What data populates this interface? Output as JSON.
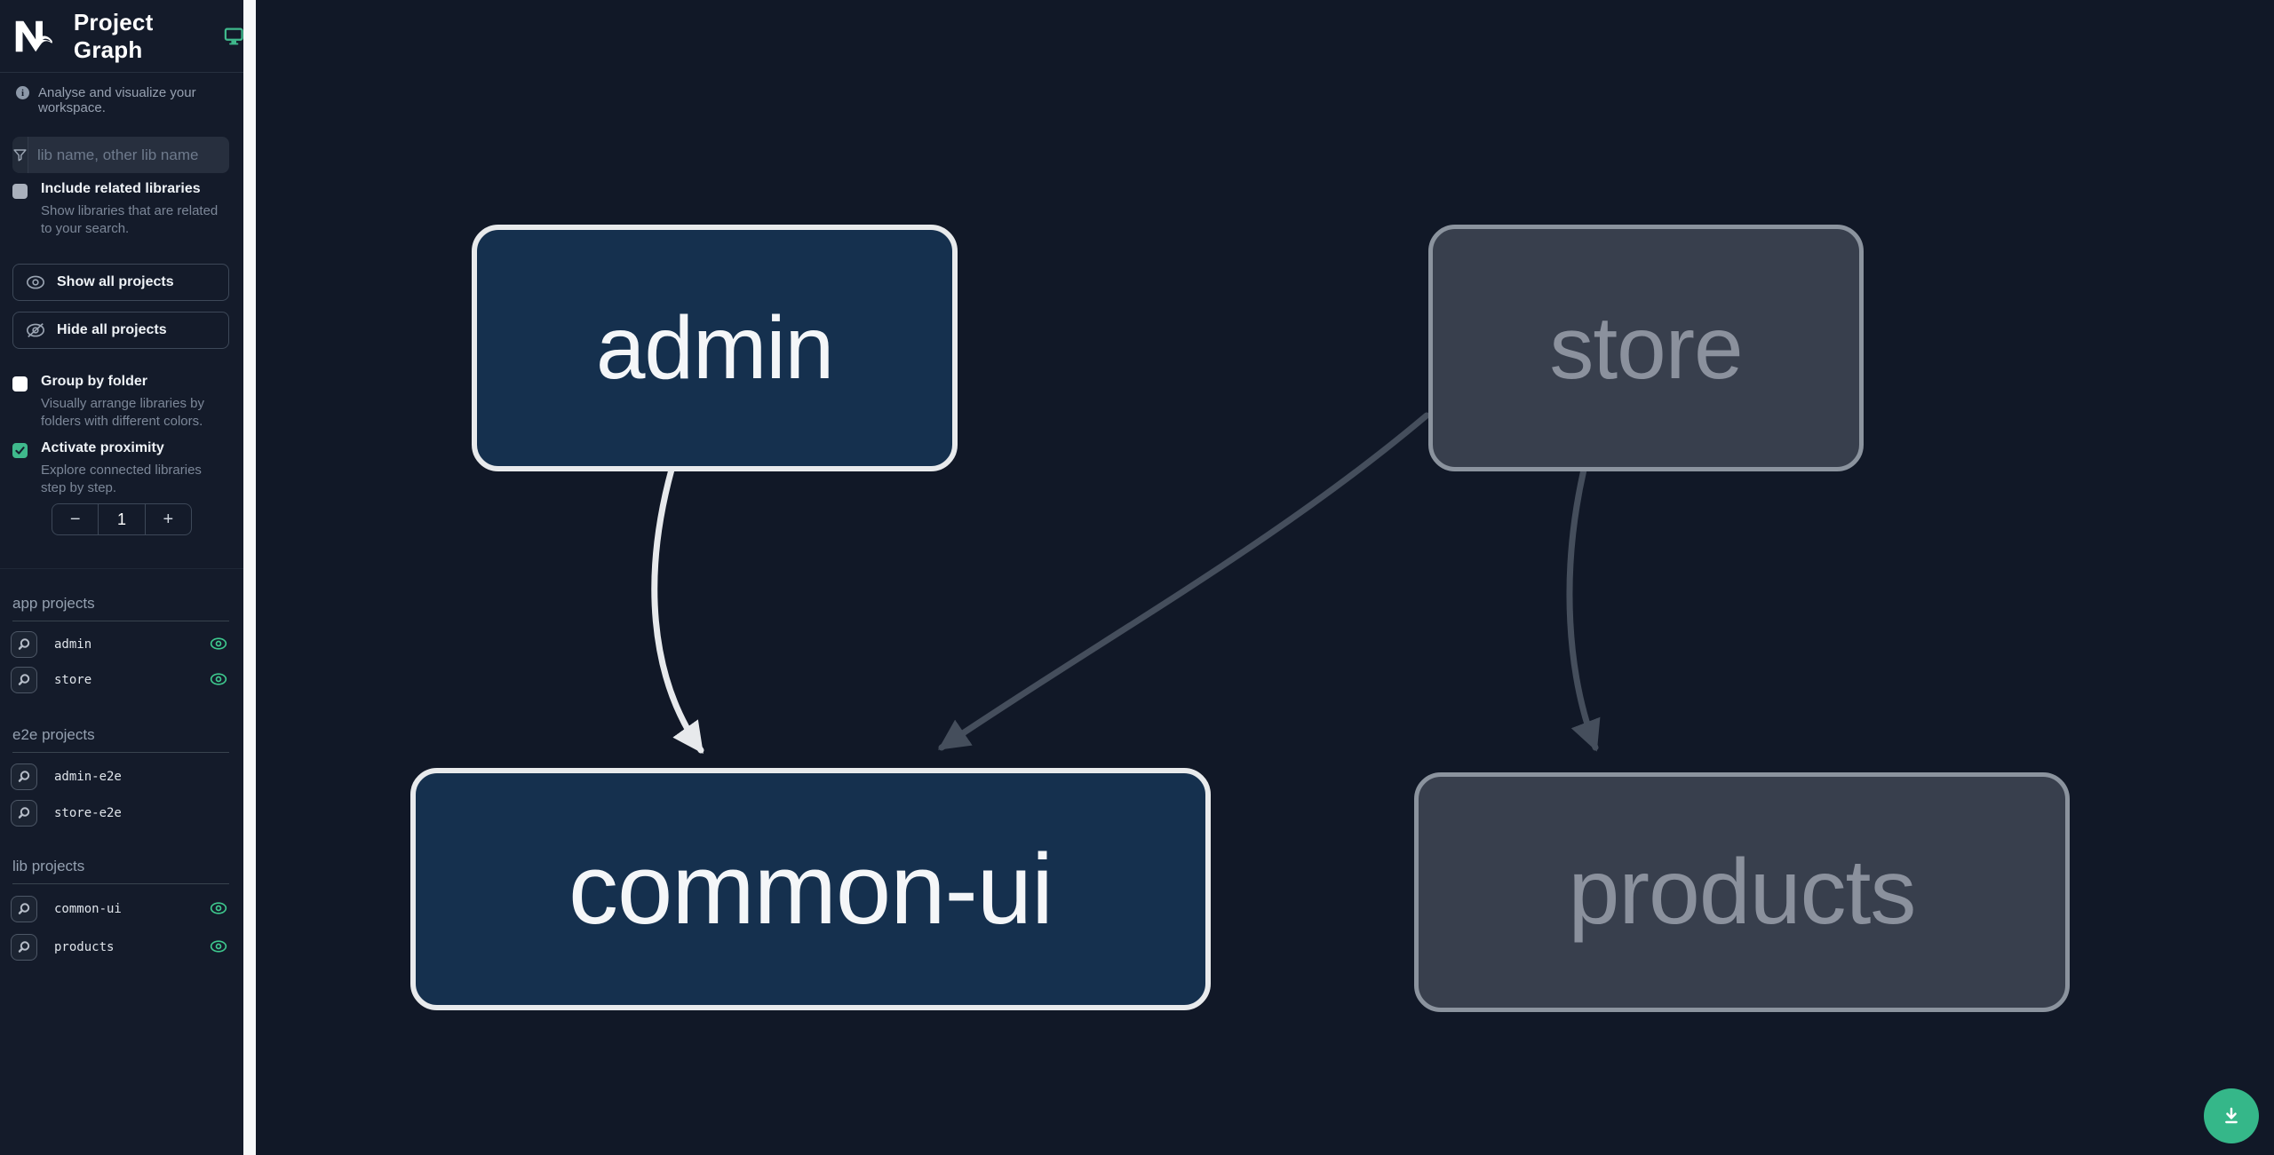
{
  "app": {
    "title": "Project Graph"
  },
  "sidebar": {
    "tagline": "Analyse and visualize your workspace.",
    "search": {
      "placeholder": "lib name, other lib name",
      "value": ""
    },
    "include_related": {
      "label": "Include related libraries",
      "description": "Show libraries that are related to your search.",
      "checked": false
    },
    "actions": {
      "show_all": "Show all projects",
      "hide_all": "Hide all projects"
    },
    "group_by_folder": {
      "label": "Group by folder",
      "description": "Visually arrange libraries by folders with different colors.",
      "checked": false
    },
    "proximity": {
      "label": "Activate proximity",
      "description": "Explore connected libraries step by step.",
      "checked": true,
      "decrement": "−",
      "value": "1",
      "increment": "+"
    },
    "sections": [
      {
        "title": "app projects",
        "items": [
          {
            "name": "admin",
            "visible": true
          },
          {
            "name": "store",
            "visible": true
          }
        ]
      },
      {
        "title": "e2e projects",
        "items": [
          {
            "name": "admin-e2e",
            "visible": false
          },
          {
            "name": "store-e2e",
            "visible": false
          }
        ]
      },
      {
        "title": "lib projects",
        "items": [
          {
            "name": "common-ui",
            "visible": true
          },
          {
            "name": "products",
            "visible": true
          }
        ]
      }
    ]
  },
  "graph": {
    "nodes": [
      {
        "id": "admin",
        "label": "admin",
        "state": "focused"
      },
      {
        "id": "store",
        "label": "store",
        "state": "dimmed"
      },
      {
        "id": "common-ui",
        "label": "common-ui",
        "state": "focused"
      },
      {
        "id": "products",
        "label": "products",
        "state": "dimmed"
      }
    ],
    "edges": [
      {
        "from": "admin",
        "to": "common-ui",
        "state": "active"
      },
      {
        "from": "store",
        "to": "common-ui",
        "state": "dimmed"
      },
      {
        "from": "store",
        "to": "products",
        "state": "dimmed"
      }
    ]
  },
  "colors": {
    "accent": "#3fb98c",
    "eye_icon": "#3ec98e",
    "node_focused_fill": "#15304e",
    "node_focused_border": "#e8eaec",
    "node_dimmed_fill": "#383f4d",
    "node_dimmed_border": "#8b939e",
    "edge_active": "#e7e9ec",
    "edge_dimmed": "#454e5c",
    "fab": "#35b789"
  }
}
